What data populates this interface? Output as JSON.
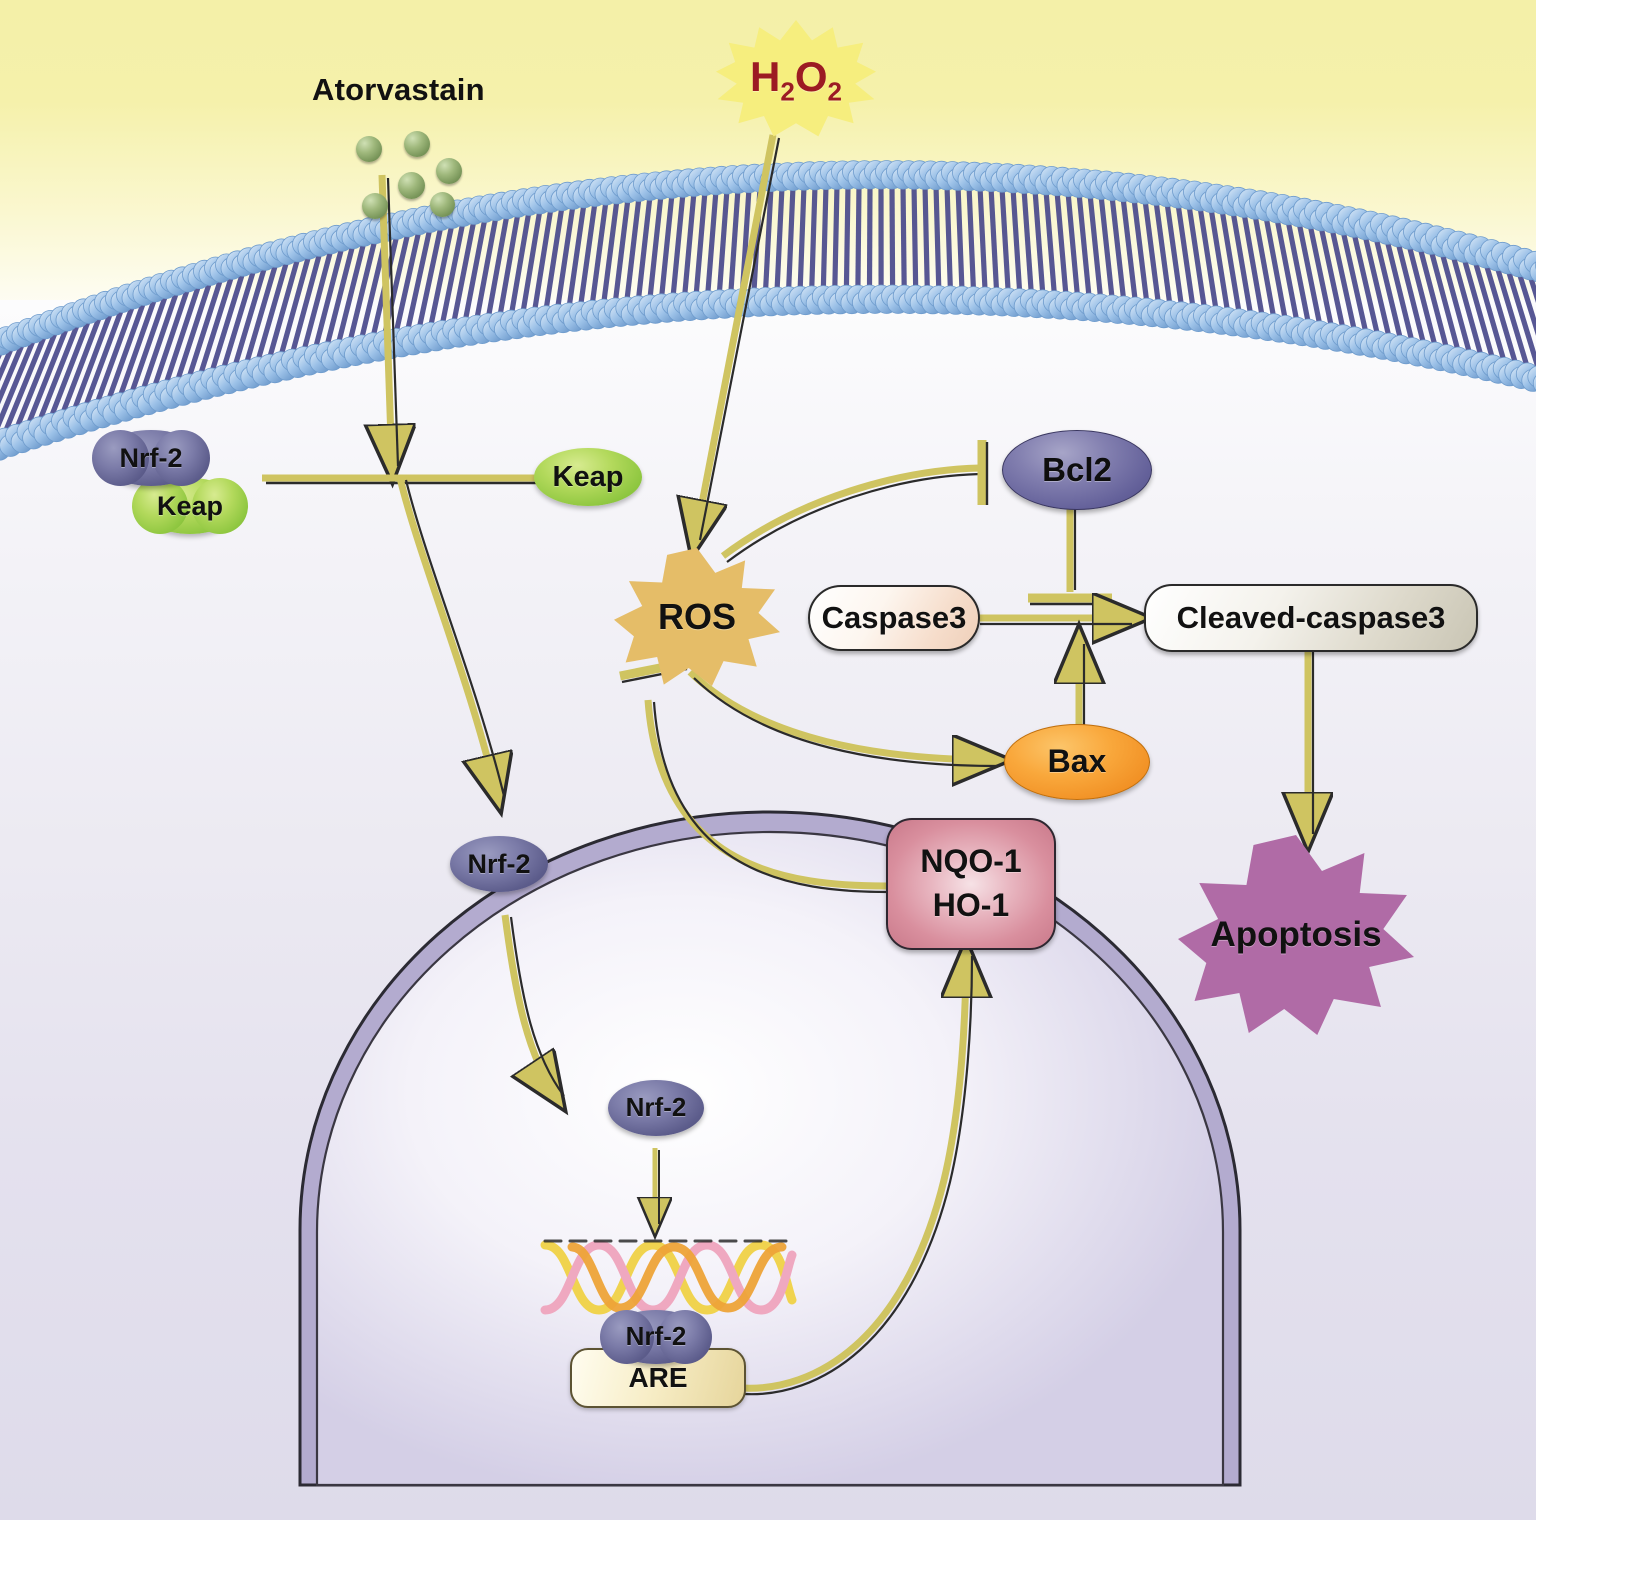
{
  "diagram": {
    "title_label": "Atorvastain",
    "type": "signaling-pathway",
    "domain": "cell-biology"
  },
  "colors": {
    "extracellular_bg": "#f4f0a8",
    "cytoplasm_bg": "#e6e3f0",
    "arrow": "#cfc461",
    "membrane_head": "#8fb6e0",
    "membrane_tail": "#4a4a8c",
    "nucleus_border": "#b3abcf",
    "ros": "#e5bd68",
    "h2o2_star": "#f6ee7e",
    "h2o2_text": "#9c1b23",
    "apoptosis": "#b06ba6",
    "bax": "#f19024",
    "bcl2": "#64619a",
    "nrf2": "#5d5d8c",
    "keap": "#8dc63f",
    "nqo_ho": "#d98f9e",
    "are": "#f0e2b0",
    "caspase3": "#f6ddcb",
    "cleaved_caspase3": "#ddd9cb",
    "drug_particle": "#79965a"
  },
  "nodes": {
    "atorvastatin": {
      "label": "Atorvastain",
      "compartment": "extracellular"
    },
    "h2o2": {
      "formula_h": "H",
      "sub2a": "2",
      "formula_o": "O",
      "sub2b": "2",
      "compartment": "extracellular"
    },
    "nrf2_keap_complex": {
      "nrf2_label": "Nrf-2",
      "keap_label": "Keap",
      "compartment": "cytoplasm"
    },
    "keap_free": {
      "label": "Keap",
      "compartment": "cytoplasm"
    },
    "ros": {
      "label": "ROS",
      "compartment": "cytoplasm"
    },
    "bcl2": {
      "label": "Bcl2",
      "compartment": "cytoplasm"
    },
    "caspase3": {
      "label": "Caspase3",
      "compartment": "cytoplasm"
    },
    "cleaved_caspase3": {
      "label": "Cleaved-caspase3",
      "compartment": "cytoplasm"
    },
    "bax": {
      "label": "Bax",
      "compartment": "cytoplasm"
    },
    "nqo1_ho1": {
      "line1": "NQO-1",
      "line2": "HO-1",
      "compartment": "cytoplasm"
    },
    "apoptosis": {
      "label": "Apoptosis",
      "compartment": "cytoplasm"
    },
    "nrf2_cytoplasm": {
      "label": "Nrf-2",
      "compartment": "cytoplasm"
    },
    "nrf2_nuclear": {
      "label": "Nrf-2",
      "compartment": "nucleus"
    },
    "nrf2_bound": {
      "label": "Nrf-2",
      "compartment": "nucleus"
    },
    "are": {
      "label": "ARE",
      "compartment": "nucleus"
    },
    "dna": {
      "label": "dna-double-helix",
      "compartment": "nucleus"
    }
  },
  "edges": [
    {
      "from": "atorvastatin",
      "to": "nrf2_keap_complex",
      "kind": "arrow"
    },
    {
      "from": "h2o2",
      "to": "ros",
      "kind": "arrow"
    },
    {
      "from": "nrf2_keap_complex",
      "to": "keap_free",
      "kind": "dissociation"
    },
    {
      "from": "nrf2_keap_complex",
      "to": "nrf2_cytoplasm",
      "kind": "arrow"
    },
    {
      "from": "nrf2_cytoplasm",
      "to": "nrf2_nuclear",
      "kind": "arrow"
    },
    {
      "from": "nrf2_nuclear",
      "to": "dna",
      "kind": "arrow"
    },
    {
      "from": "are",
      "to": "nqo1_ho1",
      "kind": "arrow"
    },
    {
      "from": "nqo1_ho1",
      "to": "ros",
      "kind": "inhibition"
    },
    {
      "from": "ros",
      "to": "bcl2",
      "kind": "inhibition"
    },
    {
      "from": "ros",
      "to": "bax",
      "kind": "arrow"
    },
    {
      "from": "bcl2",
      "to": "cleaved_caspase3",
      "kind": "inhibition"
    },
    {
      "from": "caspase3",
      "to": "cleaved_caspase3",
      "kind": "arrow"
    },
    {
      "from": "bax",
      "to": "cleaved_caspase3",
      "kind": "arrow"
    },
    {
      "from": "cleaved_caspase3",
      "to": "apoptosis",
      "kind": "arrow"
    }
  ],
  "structures": {
    "plasma_membrane": "phospholipid-bilayer",
    "nucleus": "nuclear-envelope-dome",
    "drug_particle_count": 6
  }
}
